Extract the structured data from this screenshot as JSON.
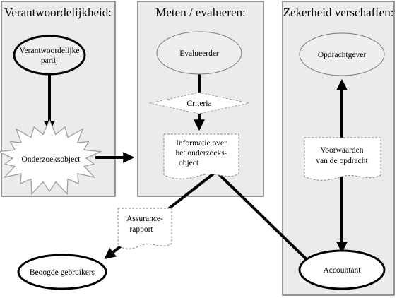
{
  "columns": [
    {
      "id": "verantwoordelijkheid",
      "title": "Verantwoordelijkheid:"
    },
    {
      "id": "meten",
      "title": "Meten / evalueren:"
    },
    {
      "id": "zekerheid",
      "title": "Zekerheid verschaffen:"
    }
  ],
  "nodes": {
    "verantwoordelijke_partij": [
      "Verantwoordelijke",
      "partij"
    ],
    "onderzoeksobject": [
      "Onderzoeksobject"
    ],
    "evalueerder": [
      "Evalueerder"
    ],
    "criteria": [
      "Criteria"
    ],
    "informatie": [
      "Informatie over",
      "het onderzoeks-",
      "object"
    ],
    "opdrachtgever": [
      "Opdrachtgever"
    ],
    "voorwaarden": [
      "Voorwaarden",
      "van de opdracht"
    ],
    "accountant": [
      "Accountant"
    ],
    "assurance_rapport": [
      "Assurance-",
      "rapport"
    ],
    "beoogde_gebruikers": [
      "Beoogde gebruikers"
    ]
  },
  "colors": {
    "panel_fill": "#ebebeb",
    "panel_stroke": "#777777",
    "ellipse_fill": "#eeeeee",
    "doc_stroke": "#888888",
    "line": "#000000"
  }
}
